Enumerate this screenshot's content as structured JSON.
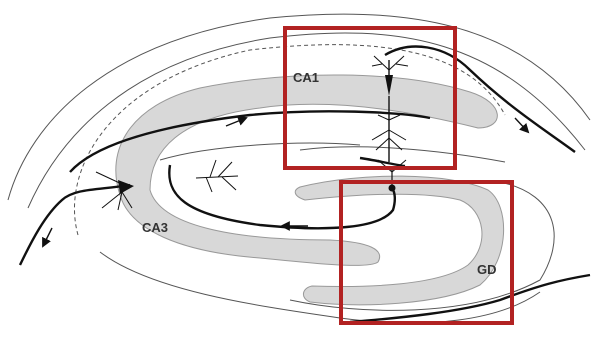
{
  "diagram": {
    "labels": {
      "ca1": "CA1",
      "ca3": "CA3",
      "gd": "GD"
    },
    "colors": {
      "layer_fill": "#d8d8d8",
      "layer_stroke": "#999999",
      "outline": "#555555",
      "pathway": "#111111",
      "highlight_box": "#b22222"
    }
  }
}
